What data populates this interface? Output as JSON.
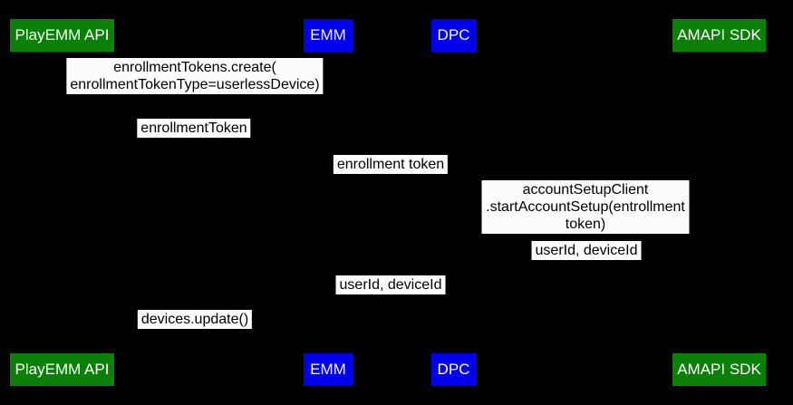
{
  "colors": {
    "background": "#000000",
    "actor_green": "#0a8006",
    "actor_blue": "#0000ee",
    "label_background": "#fcfcfc",
    "label_text": "#000000",
    "actor_text": "#ffffff"
  },
  "actors": {
    "playemm": {
      "label": "PlayEMM API",
      "color": "#0a8006"
    },
    "emm": {
      "label": "EMM",
      "color": "#0000ee"
    },
    "dpc": {
      "label": "DPC",
      "color": "#0000ee"
    },
    "amapi": {
      "label": "AMAPI SDK",
      "color": "#0a8006"
    }
  },
  "messages": [
    {
      "text": "enrollmentTokens.create(\nenrollmentTokenType=userlessDevice)"
    },
    {
      "text": "enrollmentToken"
    },
    {
      "text": "enrollment token"
    },
    {
      "text": "accountSetupClient\n.startAccountSetup(entrollment token)"
    },
    {
      "text": "userId, deviceId"
    },
    {
      "text": "userId, deviceId"
    },
    {
      "text": "devices.update()"
    }
  ]
}
